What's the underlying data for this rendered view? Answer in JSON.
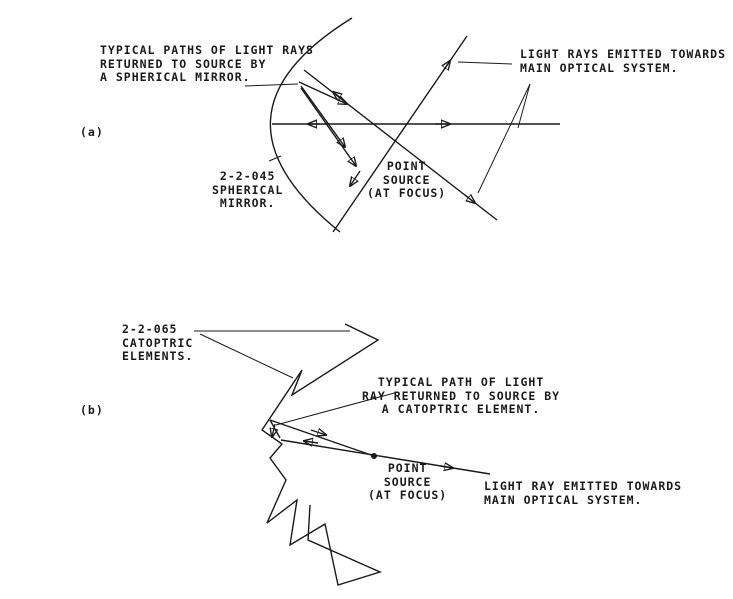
{
  "diagram_a": {
    "part_label": "(a)",
    "returned_rays_label": [
      "TYPICAL PATHS OF LIGHT RAYS",
      "RETURNED TO SOURCE BY",
      "A SPHERICAL MIRROR."
    ],
    "emitted_rays_label": [
      "LIGHT RAYS EMITTED TOWARDS",
      "MAIN OPTICAL SYSTEM."
    ],
    "mirror_label": [
      "2-2-045",
      "SPHERICAL",
      "MIRROR."
    ],
    "point_source_label": [
      "POINT",
      "SOURCE",
      "(AT FOCUS)"
    ]
  },
  "diagram_b": {
    "part_label": "(b)",
    "elements_label": [
      "2-2-065",
      "CATOPTRIC",
      "ELEMENTS."
    ],
    "return_path_label": [
      "TYPICAL PATH OF LIGHT",
      "RAY RETURNED TO SOURCE BY",
      "A CATOPTRIC ELEMENT."
    ],
    "point_source_label": [
      "POINT",
      "SOURCE",
      "(AT FOCUS)"
    ],
    "emitted_ray_label": [
      "LIGHT RAY EMITTED TOWARDS",
      "MAIN OPTICAL SYSTEM."
    ]
  },
  "colors": {
    "ink": "#1a1a1a",
    "background": "#ffffff"
  }
}
